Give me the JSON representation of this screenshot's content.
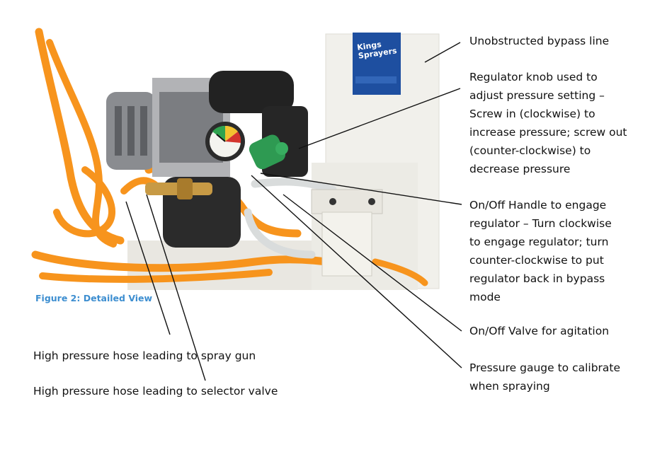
{
  "figure": {
    "caption": "Figure 2: Detailed View",
    "brand_lines": [
      "Kings",
      "Sprayers"
    ]
  },
  "callouts": {
    "bypass_line": [
      "Unobstructed bypass line"
    ],
    "regulator_knob": [
      "Regulator knob used to",
      "adjust pressure setting –",
      "Screw in (clockwise) to",
      "increase pressure; screw out",
      "(counter-clockwise) to",
      "decrease pressure"
    ],
    "onoff_handle": [
      "On/Off Handle to engage",
      "regulator – Turn clockwise",
      "to engage regulator; turn",
      "counter-clockwise to put",
      "regulator back in bypass",
      "mode"
    ],
    "agitation_valve": [
      "On/Off Valve for agitation"
    ],
    "pressure_gauge": [
      "Pressure gauge to calibrate",
      "when spraying"
    ],
    "hose_spray_gun": [
      "High pressure hose leading to spray gun"
    ],
    "hose_selector": [
      "High pressure hose leading to selector valve"
    ]
  },
  "colors": {
    "hose_orange": "#f7941d",
    "tank_white": "#f1f0eb",
    "logo_blue": "#1e4fa0",
    "caption_blue": "#3d8ed0",
    "engine_gray": "#8a8c90",
    "engine_black": "#222222",
    "valve_green": "#2e9a52"
  }
}
